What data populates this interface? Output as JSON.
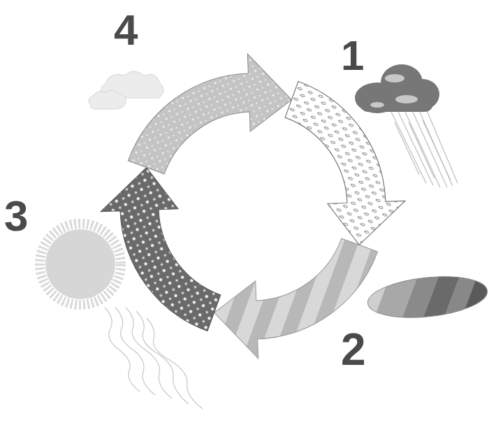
{
  "diagram": {
    "labels": [
      "4",
      "1",
      "3",
      "2"
    ]
  }
}
